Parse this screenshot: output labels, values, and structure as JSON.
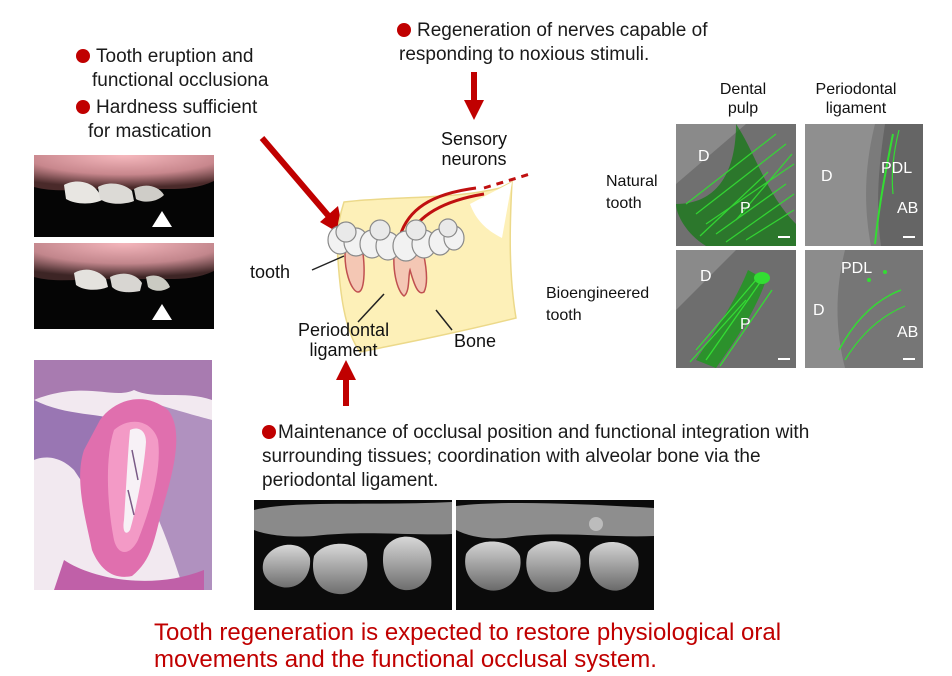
{
  "notes": {
    "eruption": [
      "Tooth eruption and",
      "functional occlusiona"
    ],
    "hardness": [
      "Hardness sufficient",
      "for mastication"
    ],
    "nerves": [
      "Regeneration of nerves capable of",
      "responding to noxious stimuli."
    ],
    "maintenance": [
      "Maintenance of occlusal position and functional integration with",
      "surrounding tissues; coordination with alveolar bone via the",
      "periodontal ligament."
    ]
  },
  "diagram": {
    "sensory": [
      "Sensory",
      "neurons"
    ],
    "tooth": "tooth",
    "pdl": [
      "Periodontal",
      "ligament"
    ],
    "bone": "Bone"
  },
  "micrographs": {
    "col_headers": [
      [
        "Dental",
        "pulp"
      ],
      [
        "Periodontal",
        "ligament"
      ]
    ],
    "row_headers": [
      [
        "Natural",
        "tooth"
      ],
      [
        "Bioengineered",
        "tooth"
      ]
    ],
    "labels": {
      "natural_pulp": [
        "D",
        "P"
      ],
      "natural_pdl": [
        "D",
        "PDL",
        "AB"
      ],
      "bio_pulp": [
        "D",
        "P"
      ],
      "bio_pdl": [
        "PDL",
        "D",
        "AB"
      ]
    }
  },
  "conclusion": [
    "Tooth regeneration is expected to restore physiological oral",
    "movements and the functional occlusal system."
  ],
  "colors": {
    "accent_red": "#c00000",
    "bone_fill": "#fdf0b8",
    "fluorescence": "#33dd33"
  }
}
